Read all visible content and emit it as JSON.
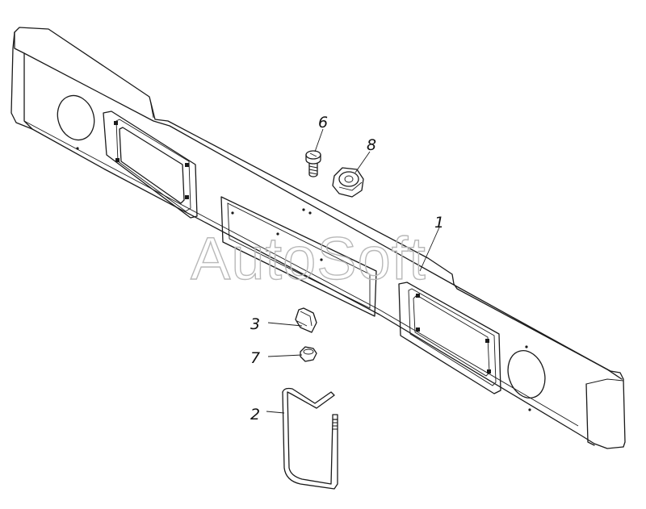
{
  "diagram": {
    "callouts": [
      {
        "id": "callout-1",
        "text": "1"
      },
      {
        "id": "callout-2",
        "text": "2"
      },
      {
        "id": "callout-3",
        "text": "3"
      },
      {
        "id": "callout-6",
        "text": "6"
      },
      {
        "id": "callout-7",
        "text": "7"
      },
      {
        "id": "callout-8",
        "text": "8"
      }
    ],
    "watermark": "AutoSoft",
    "colors": {
      "line": "#1a1a1a",
      "watermark": "#b8b8b8",
      "background": "#ffffff"
    }
  }
}
